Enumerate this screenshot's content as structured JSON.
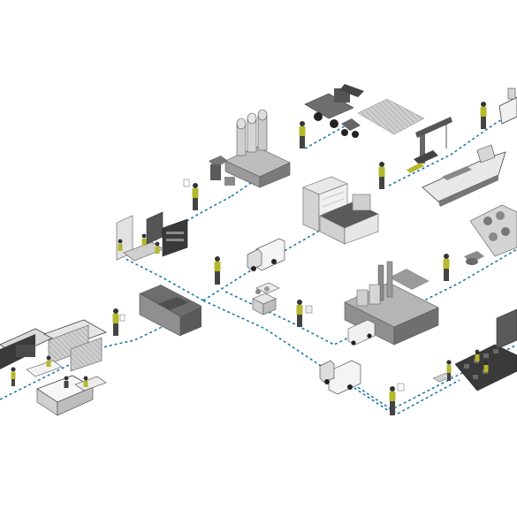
{
  "diagram": {
    "nodes": [
      {
        "id": "farm",
        "icon": "harvester-icon"
      },
      {
        "id": "grain-processing",
        "icon": "silo-factory-icon"
      },
      {
        "id": "port",
        "icon": "crane-icon"
      },
      {
        "id": "shipping",
        "icon": "cargo-ship-icon"
      },
      {
        "id": "offshore",
        "icon": "platform-icon"
      },
      {
        "id": "warehouse",
        "icon": "office-building-icon"
      },
      {
        "id": "factory",
        "icon": "factory-icon"
      },
      {
        "id": "assembly",
        "icon": "assembly-line-icon"
      },
      {
        "id": "distribution",
        "icon": "warehouse-icon"
      },
      {
        "id": "truck-1",
        "icon": "truck-icon"
      },
      {
        "id": "truck-2",
        "icon": "truck-icon"
      },
      {
        "id": "store",
        "icon": "retail-store-icon"
      },
      {
        "id": "lab",
        "icon": "lab-icon"
      },
      {
        "id": "packages",
        "icon": "boxes-icon"
      },
      {
        "id": "mining",
        "icon": "mine-icon"
      }
    ],
    "accent_color": "#b5b82c",
    "path_color": "#1f7aa8",
    "building_gray": "#9a9a9a"
  }
}
